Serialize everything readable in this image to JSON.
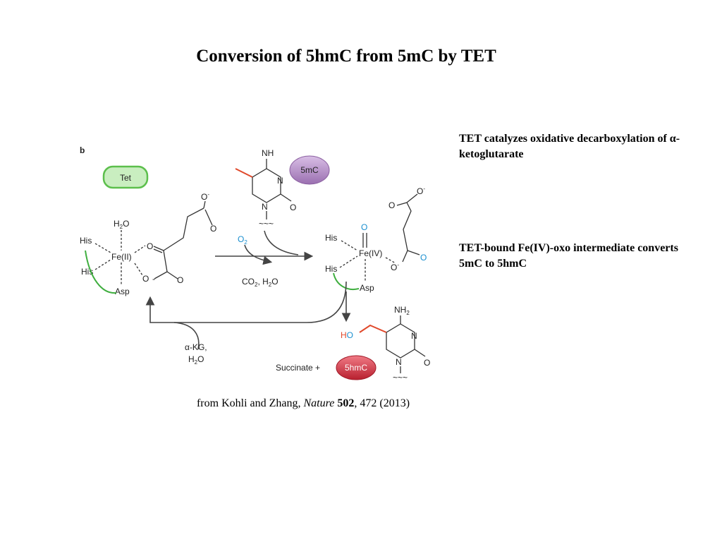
{
  "slide": {
    "title": "Conversion of 5hmC from 5mC by TET",
    "note_1_prefix": "TET catalyzes oxidative decarboxylation of ",
    "note_1_symbol": "α",
    "note_1_suffix": "-ketoglutarate",
    "note_2": "TET-bound Fe(IV)-oxo intermediate converts 5mC to 5hmC",
    "citation_prefix": "from Kohli and Zhang, ",
    "citation_journal": "Nature",
    "citation_volume": "502",
    "citation_suffix": ", 472 (2013)"
  },
  "diagram": {
    "panel_label": "b",
    "tet_label": "Tet",
    "badge_5mc": "5mC",
    "badge_5hmc": "5hmC",
    "fe2": "Fe(II)",
    "fe4": "Fe(IV)",
    "his": "His",
    "asp": "Asp",
    "h2o_h": "H",
    "h2o_sub": "2",
    "h2o_o": "O",
    "o_letter": "O",
    "o_minus": "O",
    "minus": "-",
    "nh": "NH",
    "n": "N",
    "nh2_nh": "NH",
    "nh2_sub": "2",
    "o2_o": "O",
    "o2_sub": "2",
    "co2_line_prefix": "CO",
    "co2_sub": "2",
    "co2_line_mid": ", H",
    "co2_line_sub2": "2",
    "co2_line_end": "O",
    "akg_line1": "α-KG,",
    "akg_line2_h": "H",
    "akg_line2_sub": "2",
    "akg_line2_o": "O",
    "succinate": "Succinate +",
    "ho_h": "H",
    "ho_o": "O",
    "wavy": "~~~"
  },
  "colors": {
    "tet_fill": "#c9eec0",
    "tet_stroke": "#5cbf4c",
    "badge_5mc_fill": "#b890c8",
    "badge_5hmc_fill": "#d8384a",
    "oxygen_blue": "#1a8fd0",
    "methyl_red": "#e0482a",
    "protein_green": "#3fae3f"
  }
}
